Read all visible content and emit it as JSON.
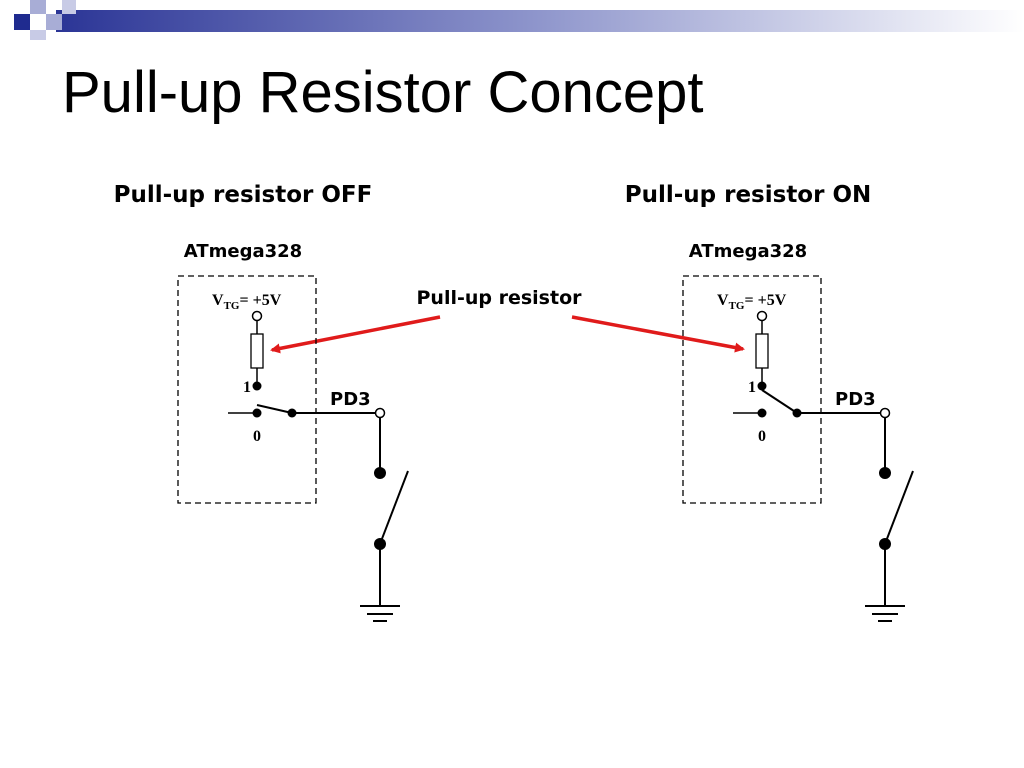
{
  "slide": {
    "title": "Pull-up Resistor Concept",
    "accent_color": "#1f2b8f",
    "light_accent_color": "#a8add6"
  },
  "diagram": {
    "callout_label": "Pull-up resistor",
    "arrow_color": "#e01b1b",
    "panels": [
      {
        "heading": "Pull-up resistor OFF",
        "chip_label": "ATmega328",
        "supply_label": "V",
        "supply_sub": "TG",
        "supply_value": "= +5V",
        "position_1_label": "1",
        "position_0_label": "0",
        "pin_label": "PD3",
        "switch_position": 0
      },
      {
        "heading": "Pull-up resistor ON",
        "chip_label": "ATmega328",
        "supply_label": "V",
        "supply_sub": "TG",
        "supply_value": "= +5V",
        "position_1_label": "1",
        "position_0_label": "0",
        "pin_label": "PD3",
        "switch_position": 1
      }
    ]
  }
}
